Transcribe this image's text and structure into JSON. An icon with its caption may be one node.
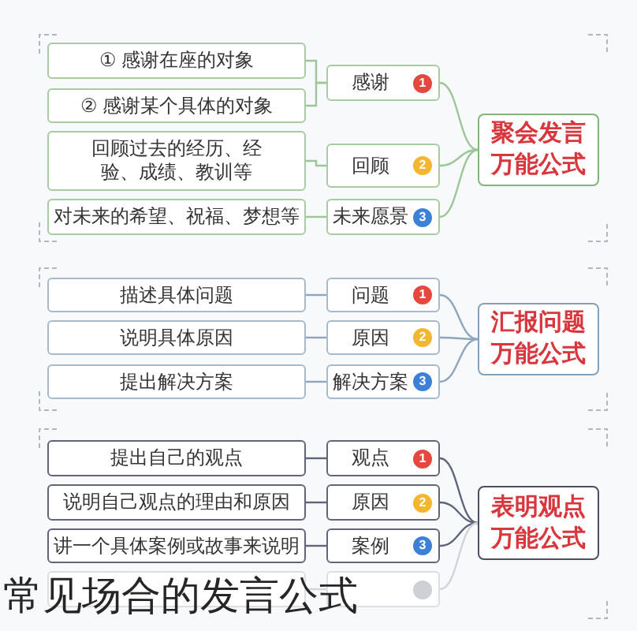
{
  "diagram": {
    "caption": "常见场合的发言公式",
    "nodes": [
      {
        "text": [
          "聚会发言万能公式"
        ]
      },
      {
        "text": [
          "感谢",
          "1"
        ]
      },
      {
        "text": [
          "① 感谢在座的对象"
        ]
      },
      {
        "text": [
          "② 感谢某个具体的对象"
        ]
      },
      {
        "text": [
          "回顾",
          "2"
        ]
      },
      {
        "text": [
          "回顾过去的经历、经验、成绩、教训等"
        ]
      },
      {
        "text": [
          "未来愿景",
          "3"
        ]
      },
      {
        "text": [
          "对未来的希望、祝福、梦想等"
        ]
      },
      {
        "text": [
          "汇报问题万能公式"
        ]
      },
      {
        "text": [
          "问题",
          "1"
        ]
      },
      {
        "text": [
          "描述具体问题"
        ]
      },
      {
        "text": [
          "原因",
          "2"
        ]
      },
      {
        "text": [
          "说明具体原因"
        ]
      },
      {
        "text": [
          "解决方案",
          "3"
        ]
      },
      {
        "text": [
          "提出解决方案"
        ]
      },
      {
        "text": [
          "表明观点万能公式"
        ]
      },
      {
        "text": [
          "观点",
          "1"
        ]
      },
      {
        "text": [
          "提出自己的观点"
        ]
      },
      {
        "text": [
          "原因",
          "2"
        ]
      },
      {
        "text": [
          "说明自己观点的理由和原因"
        ]
      },
      {
        "text": [
          "案例",
          "3"
        ]
      },
      {
        "text": [
          "讲一个具体案例或故事来说明"
        ]
      },
      {
        "text": [],
        "shape": "box"
      },
      {
        "text": [],
        "shape": "box"
      }
    ],
    "edges": [
      {
        "from": 0,
        "to": 1,
        "arrow": "none",
        "color": "#9cc598"
      },
      {
        "from": 1,
        "to": 2,
        "arrow": "none",
        "color": "#9cc598"
      },
      {
        "from": 1,
        "to": 3,
        "arrow": "none",
        "color": "#9cc598"
      },
      {
        "from": 0,
        "to": 4,
        "arrow": "none",
        "color": "#9cc598"
      },
      {
        "from": 4,
        "to": 5,
        "arrow": "none",
        "color": "#9cc598"
      },
      {
        "from": 0,
        "to": 6,
        "arrow": "none",
        "color": "#9cc598"
      },
      {
        "from": 6,
        "to": 7,
        "arrow": "none",
        "color": "#9cc598"
      },
      {
        "from": 8,
        "to": 9,
        "arrow": "none",
        "color": "#8fa6bd"
      },
      {
        "from": 9,
        "to": 10,
        "arrow": "none",
        "color": "#8fa6bd"
      },
      {
        "from": 8,
        "to": 11,
        "arrow": "none",
        "color": "#8fa6bd"
      },
      {
        "from": 11,
        "to": 12,
        "arrow": "none",
        "color": "#8fa6bd"
      },
      {
        "from": 8,
        "to": 13,
        "arrow": "none",
        "color": "#8fa6bd"
      },
      {
        "from": 13,
        "to": 14,
        "arrow": "none",
        "color": "#8fa6bd"
      },
      {
        "from": 15,
        "to": 16,
        "arrow": "none",
        "color": "#62647a"
      },
      {
        "from": 16,
        "to": 17,
        "arrow": "none",
        "color": "#62647a"
      },
      {
        "from": 15,
        "to": 18,
        "arrow": "none",
        "color": "#62647a"
      },
      {
        "from": 18,
        "to": 19,
        "arrow": "none",
        "color": "#62647a"
      },
      {
        "from": 15,
        "to": 20,
        "arrow": "none",
        "color": "#62647a"
      },
      {
        "from": 20,
        "to": 21,
        "arrow": "none",
        "color": "#62647a"
      },
      {
        "from": 15,
        "to": 23,
        "arrow": "none",
        "color": "#d3d4da"
      },
      {
        "from": 23,
        "to": 22,
        "arrow": "none",
        "color": "#d3d4da"
      }
    ]
  }
}
